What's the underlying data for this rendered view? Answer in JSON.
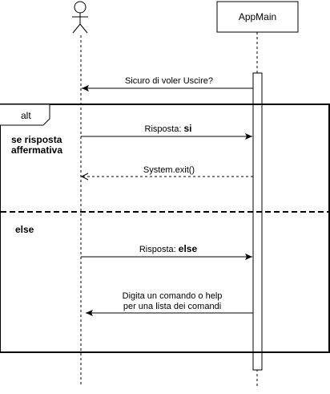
{
  "participants": {
    "actor_name": "",
    "app_name": "AppMain"
  },
  "fragment": {
    "operator": "alt",
    "guard_1_line_1": "se risposta",
    "guard_1_line_2": "affermativa",
    "guard_2": "else"
  },
  "messages": [
    {
      "text": "Sicuro di voler Uscire?",
      "direction": "app-to-actor",
      "style": "solid"
    },
    {
      "text_prefix": "Risposta: ",
      "text_bold": "si",
      "direction": "actor-to-app",
      "style": "solid"
    },
    {
      "text": "System.exit()",
      "direction": "app-to-actor",
      "style": "dashed-return"
    },
    {
      "text_prefix": "Risposta: ",
      "text_bold": "else",
      "direction": "actor-to-app",
      "style": "solid"
    },
    {
      "text_line_1": "Digita un comando o help",
      "text_line_2": "per una lista dei comandi",
      "direction": "app-to-actor",
      "style": "solid"
    }
  ]
}
